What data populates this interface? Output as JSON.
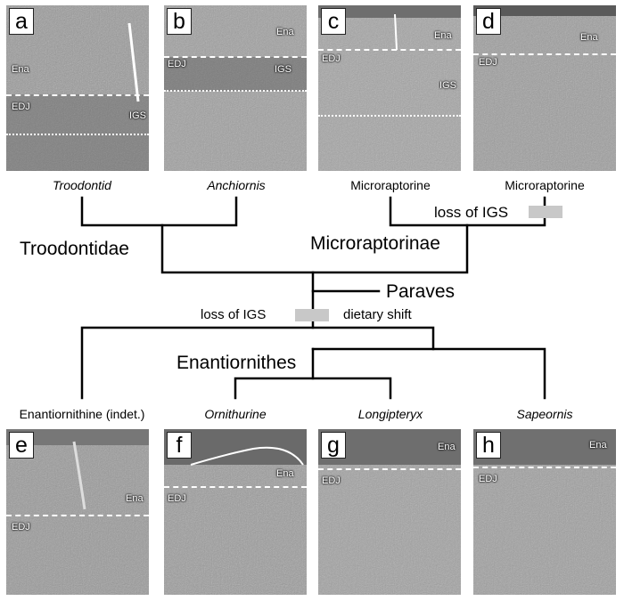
{
  "panels": [
    {
      "letter": "a",
      "labels": {
        "ena": "Ena",
        "edj": "EDJ",
        "igs": "IGS"
      }
    },
    {
      "letter": "b",
      "labels": {
        "ena": "Ena",
        "edj": "EDJ",
        "igs": "IGS"
      }
    },
    {
      "letter": "c",
      "labels": {
        "ena": "Ena",
        "edj": "EDJ",
        "igs": "IGS"
      }
    },
    {
      "letter": "d",
      "labels": {
        "ena": "Ena",
        "edj": "EDJ"
      }
    },
    {
      "letter": "e",
      "labels": {
        "ena": "Ena",
        "edj": "EDJ"
      }
    },
    {
      "letter": "f",
      "labels": {
        "ena": "Ena",
        "edj": "EDJ"
      }
    },
    {
      "letter": "g",
      "labels": {
        "ena": "Ena",
        "edj": "EDJ"
      }
    },
    {
      "letter": "h",
      "labels": {
        "ena": "Ena",
        "edj": "EDJ"
      }
    }
  ],
  "taxa_top": [
    "Troodontid",
    "Anchiornis",
    "Microraptorine",
    "Microraptorine"
  ],
  "taxa_bottom": [
    "Enantiornithine (indet.)",
    "Ornithurine",
    "Longipteryx",
    "Sapeornis"
  ],
  "clades": {
    "troodontidae": "Troodontidae",
    "microraptorinae": "Microraptorinae",
    "paraves": "Paraves",
    "enantiornithes": "Enantiornithes"
  },
  "events": {
    "loss_igs_top": "loss of IGS",
    "loss_igs_mid": "loss of IGS",
    "dietary_shift": "dietary shift"
  },
  "colors": {
    "line": "#000000",
    "event_bar": "#c8c8c8"
  }
}
